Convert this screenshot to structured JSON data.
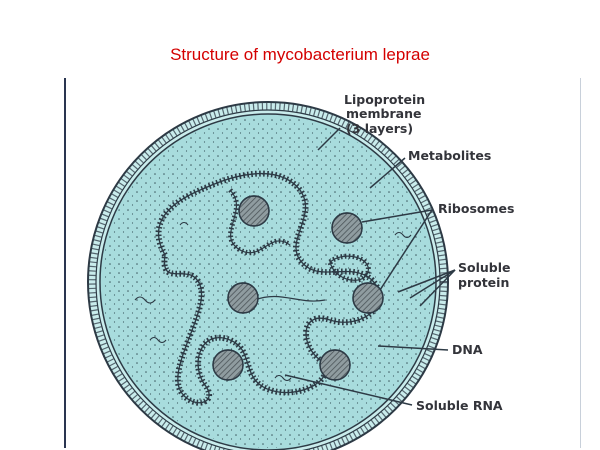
{
  "title": "Structure of mycobacterium leprae",
  "colors": {
    "title": "#d40000",
    "cytoplasm": "#a8dcdd",
    "membrane": "#c9ecec",
    "outline": "#2d3a45",
    "ribosome": "#8f9ca0",
    "label": "#33343a"
  },
  "labels": {
    "membrane_line1": "Lipoprotein",
    "membrane_line2": "membrane",
    "membrane_line3": "(3 layers)",
    "metabolites": "Metabolites",
    "ribosomes": "Ribosomes",
    "soluble_protein_line1": "Soluble",
    "soluble_protein_line2": "protein",
    "dna": "DNA",
    "soluble_rna": "Soluble RNA"
  }
}
